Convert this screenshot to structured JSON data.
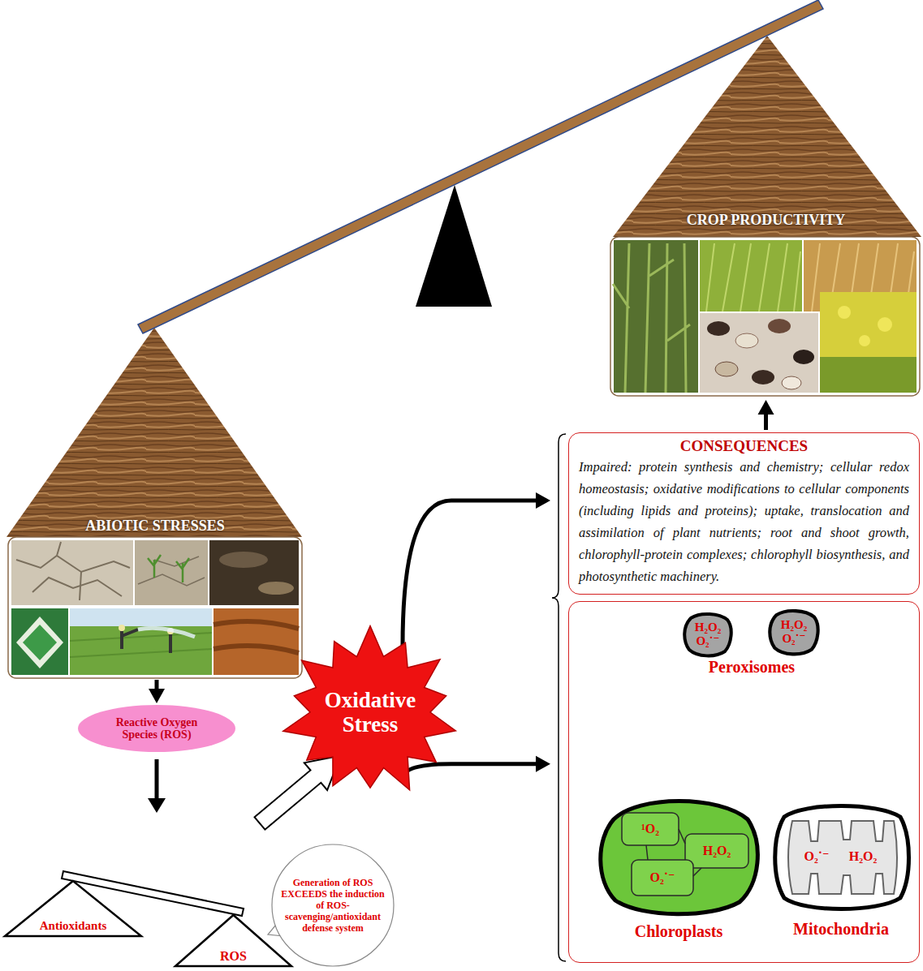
{
  "diagram": {
    "nodes": [
      {
        "text": [
          "ABIOTIC STRESSES"
        ]
      },
      {
        "text": [
          "CROP PRODUCTIVITY"
        ]
      },
      {
        "text": [
          "Reactive Oxygen Species (ROS)"
        ]
      },
      {
        "text": [
          "Antioxidants"
        ]
      },
      {
        "text": [
          "ROS"
        ]
      },
      {
        "text": [
          "Generation of ROS EXCEEDS the induction of ROS-scavenging/antioxidant defense system"
        ]
      },
      {
        "text": [
          "Oxidative Stress"
        ]
      },
      {
        "text": [
          "CONSEQUENCES",
          "Impaired: protein synthesis and chemistry; cellular redox homeostasis; oxidative modifications to cellular components (including lipids and proteins); uptake, translocation and assimilation of plant nutrients; root and shoot growth, chlorophyll-protein complexes; chlorophyll biosynthesis, and photosynthetic machinery."
        ]
      },
      {
        "text": [
          "Peroxisomes"
        ]
      },
      {
        "text": [
          "H₂O₂ O₂˙⁻"
        ],
        "in": 8
      },
      {
        "text": [
          "H₂O₂ O₂˙⁻"
        ],
        "in": 8
      },
      {
        "text": [
          "¹O₂",
          "H₂O₂",
          "O₂˙⁻",
          "Chloroplasts"
        ],
        "in": 8
      },
      {
        "text": [
          "O₂˙⁻",
          "H₂O₂",
          "Mitochondria"
        ],
        "in": 8
      }
    ],
    "edges": [
      {
        "from": 0,
        "to": 2,
        "arrow": "to"
      },
      {
        "from": 6,
        "to": 7,
        "arrow": "to"
      },
      {
        "from": 6,
        "to": 8,
        "arrow": "to"
      },
      {
        "from": 7,
        "to": 1,
        "arrow": "to"
      }
    ]
  }
}
